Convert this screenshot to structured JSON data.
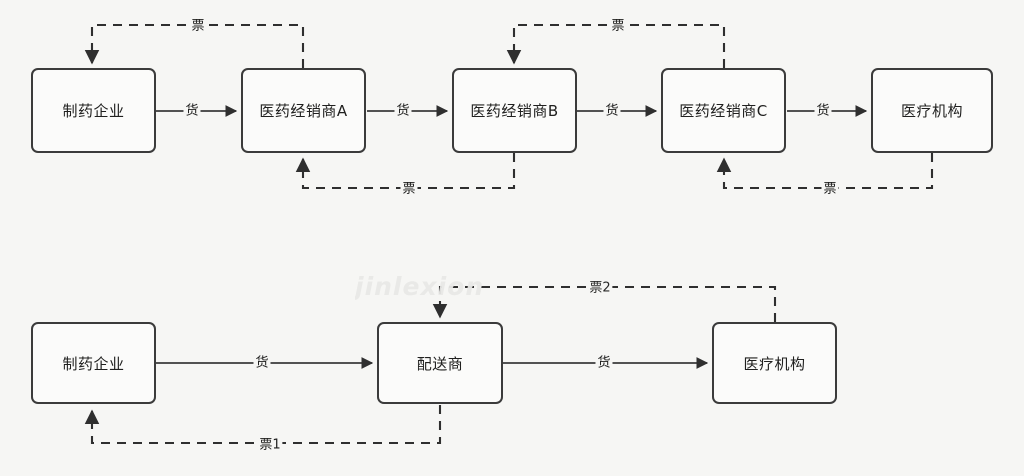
{
  "diagram": {
    "background_color": "#f6f6f4",
    "box_border_color": "#3b3b3b",
    "box_fill_color": "#fbfbfa",
    "solid_edge_color": "#3b3b3b",
    "dashed_edge_color": "#2f2f2f",
    "watermark_text": "jinlexion"
  },
  "flows": {
    "multi_tier": {
      "nodes": [
        {
          "id": "manufacturer",
          "label": "制药企业"
        },
        {
          "id": "distributor-a",
          "label": "医药经销商A"
        },
        {
          "id": "distributor-b",
          "label": "医药经销商B"
        },
        {
          "id": "distributor-c",
          "label": "医药经销商C"
        },
        {
          "id": "medical-institution",
          "label": "医疗机构"
        }
      ],
      "goods_labels": [
        {
          "id": "goods-1",
          "label": "货"
        },
        {
          "id": "goods-2",
          "label": "货"
        },
        {
          "id": "goods-3",
          "label": "货"
        },
        {
          "id": "goods-4",
          "label": "货"
        }
      ],
      "invoice_labels": [
        {
          "id": "invoice-1",
          "label": "票"
        },
        {
          "id": "invoice-2",
          "label": "票"
        },
        {
          "id": "invoice-3",
          "label": "票"
        },
        {
          "id": "invoice-4",
          "label": "票"
        }
      ]
    },
    "two_invoice": {
      "nodes": [
        {
          "id": "manufacturer",
          "label": "制药企业"
        },
        {
          "id": "deliverer",
          "label": "配送商"
        },
        {
          "id": "medical-institution",
          "label": "医疗机构"
        }
      ],
      "goods_labels": [
        {
          "id": "goods-1",
          "label": "货"
        },
        {
          "id": "goods-2",
          "label": "货"
        }
      ],
      "invoice_labels": [
        {
          "id": "invoice-1",
          "label": "票1"
        },
        {
          "id": "invoice-2",
          "label": "票2"
        }
      ]
    }
  }
}
